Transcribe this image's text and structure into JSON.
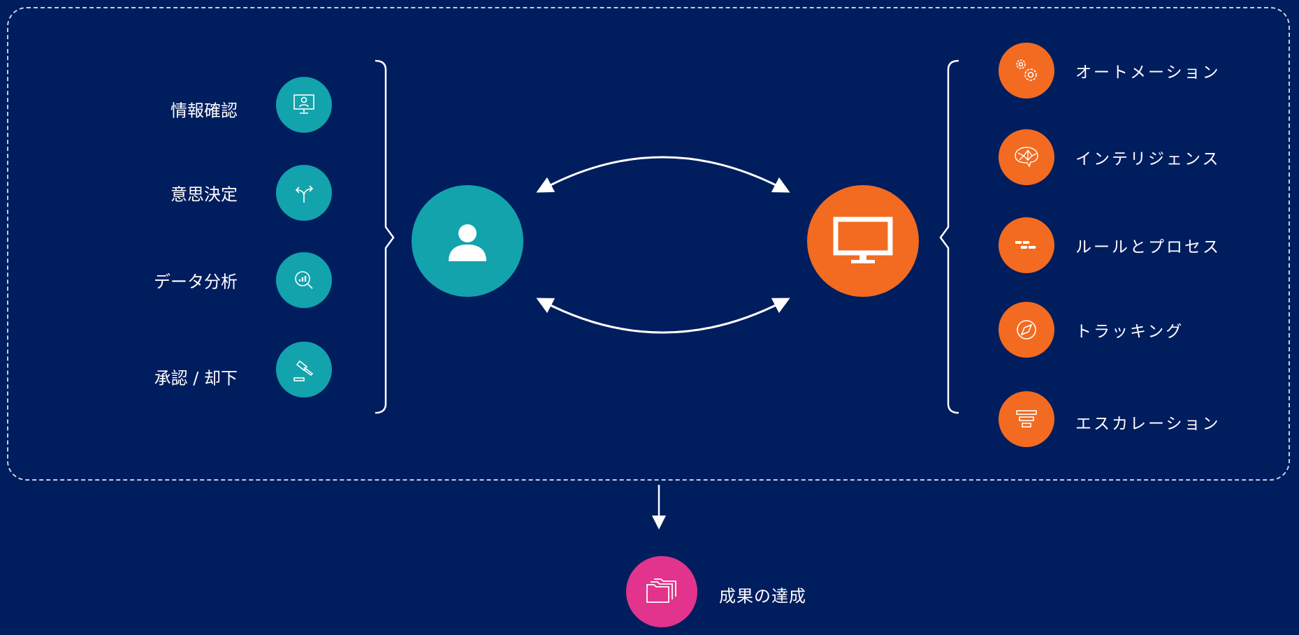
{
  "colors": {
    "background": "#001d5e",
    "human": "#12a3ad",
    "system": "#f26b21",
    "outcome": "#e2348c"
  },
  "human": {
    "icon": "person-icon",
    "items": [
      {
        "label": "情報確認",
        "icon": "monitor-user-icon"
      },
      {
        "label": "意思決定",
        "icon": "split-arrows-icon"
      },
      {
        "label": "データ分析",
        "icon": "chart-search-icon"
      },
      {
        "label": "承認 / 却下",
        "icon": "gavel-icon"
      }
    ]
  },
  "system": {
    "icon": "monitor-icon",
    "items": [
      {
        "label": "オートメーション",
        "icon": "gears-icon"
      },
      {
        "label": "インテリジェンス",
        "icon": "brain-icon"
      },
      {
        "label": "ルールとプロセス",
        "icon": "process-blocks-icon"
      },
      {
        "label": "トラッキング",
        "icon": "compass-icon"
      },
      {
        "label": "エスカレーション",
        "icon": "funnel-icon"
      }
    ]
  },
  "outcome": {
    "label": "成果の達成",
    "icon": "folders-icon"
  }
}
